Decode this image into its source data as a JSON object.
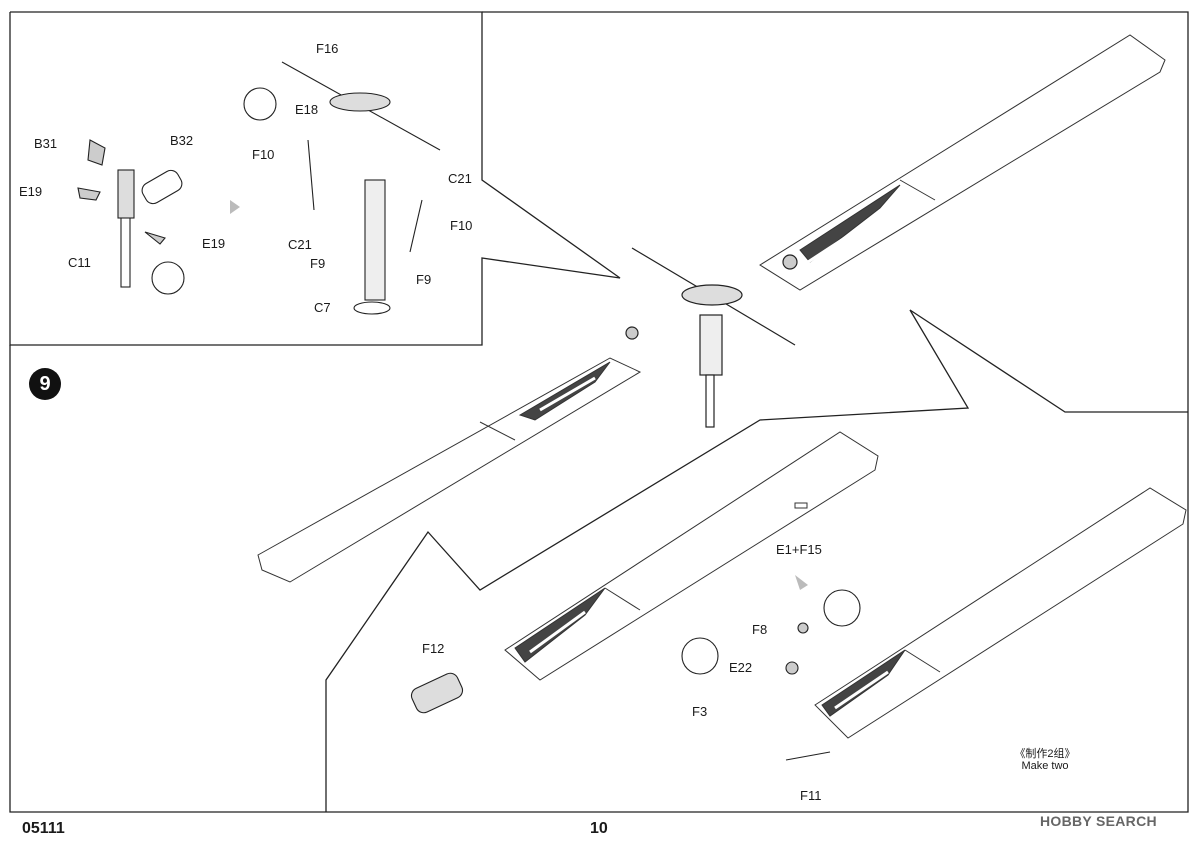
{
  "step_number": "9",
  "product_code": "05111",
  "page_number": "10",
  "watermark": "HOBBY SEARCH",
  "note": {
    "chinese": "《制作2组》",
    "english": "Make two"
  },
  "part_labels": {
    "b31": "B31",
    "b32": "B32",
    "e19a": "E19",
    "e19b": "E19",
    "c11": "C11",
    "f16": "F16",
    "e18": "E18",
    "f10a": "F10",
    "c21a": "C21",
    "f10b": "F10",
    "c21b": "C21",
    "f9a": "F9",
    "f9b": "F9",
    "c7": "C7",
    "e1f15": "E1+F15",
    "f12": "F12",
    "f8": "F8",
    "e22": "E22",
    "f3": "F3",
    "f11": "F11"
  }
}
